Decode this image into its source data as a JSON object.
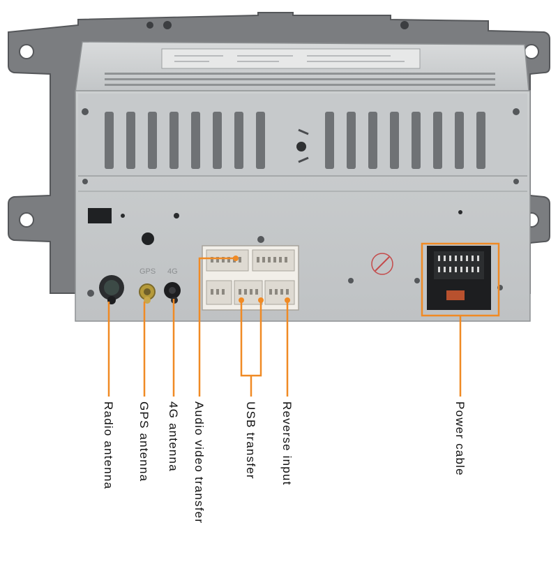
{
  "unit_markings": {
    "gps_port_mark": "GPS",
    "fourg_port_mark": "4G"
  },
  "labels": [
    {
      "key": "radio",
      "text": "Radio antenna"
    },
    {
      "key": "gps",
      "text": "GPS antenna"
    },
    {
      "key": "fourg",
      "text": "4G antenna"
    },
    {
      "key": "av",
      "text": "Audio video transfer"
    },
    {
      "key": "usb",
      "text": "USB transfer"
    },
    {
      "key": "reverse",
      "text": "Reverse input"
    },
    {
      "key": "power",
      "text": "Power cable"
    }
  ],
  "colors": {
    "callout": "#f08a24",
    "chassis": "#c9cbcc",
    "bracket": "#7b7d80",
    "connector": "#ece9e3"
  }
}
